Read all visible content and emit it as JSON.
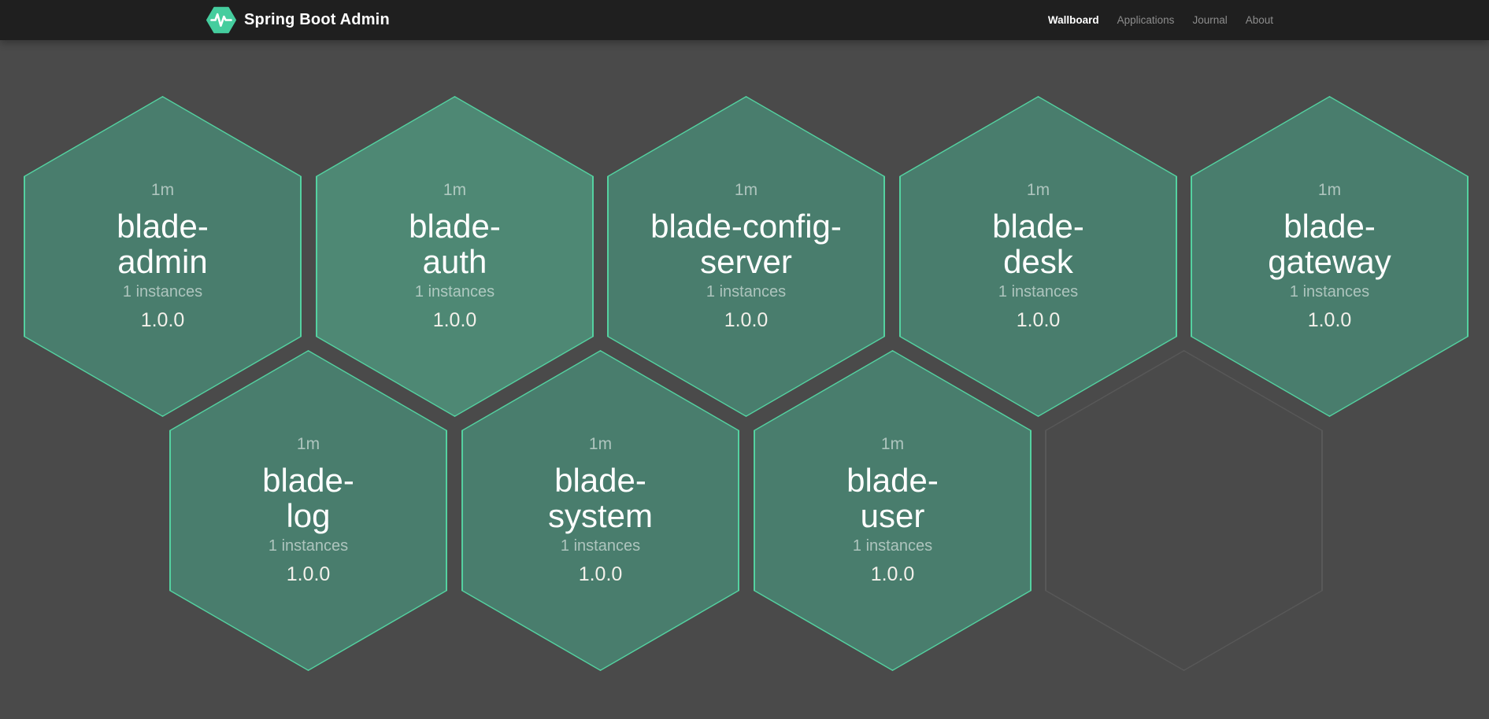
{
  "navbar": {
    "brand": "Spring Boot Admin",
    "logo_icon": "pulse-hexagon-icon",
    "links": [
      {
        "label": "Wallboard",
        "active": true
      },
      {
        "label": "Applications",
        "active": false
      },
      {
        "label": "Journal",
        "active": false
      },
      {
        "label": "About",
        "active": false
      }
    ]
  },
  "wallboard": {
    "colors": {
      "background": "#4a4a4a",
      "navbar": "#1f1f1f",
      "accent": "#45cd9e",
      "up_fill": "#497d6d",
      "up_fill_highlight": "#4e8874",
      "up_border": "#54d1a0",
      "empty_border": "#585858"
    },
    "hexagons": [
      {
        "name": "blade-admin",
        "uptime": "1m",
        "instances": "1 instances",
        "version": "1.0.0",
        "status": "up",
        "row": 0,
        "col": 0
      },
      {
        "name": "blade-auth",
        "uptime": "1m",
        "instances": "1 instances",
        "version": "1.0.0",
        "status": "up",
        "row": 0,
        "col": 1,
        "highlight": true
      },
      {
        "name": "blade-config-server",
        "uptime": "1m",
        "instances": "1 instances",
        "version": "1.0.0",
        "status": "up",
        "row": 0,
        "col": 2
      },
      {
        "name": "blade-desk",
        "uptime": "1m",
        "instances": "1 instances",
        "version": "1.0.0",
        "status": "up",
        "row": 0,
        "col": 3
      },
      {
        "name": "blade-gateway",
        "uptime": "1m",
        "instances": "1 instances",
        "version": "1.0.0",
        "status": "up",
        "row": 0,
        "col": 4
      },
      {
        "name": "blade-log",
        "uptime": "1m",
        "instances": "1 instances",
        "version": "1.0.0",
        "status": "up",
        "row": 1,
        "col": 0
      },
      {
        "name": "blade-system",
        "uptime": "1m",
        "instances": "1 instances",
        "version": "1.0.0",
        "status": "up",
        "row": 1,
        "col": 1
      },
      {
        "name": "blade-user",
        "uptime": "1m",
        "instances": "1 instances",
        "version": "1.0.0",
        "status": "up",
        "row": 1,
        "col": 2
      },
      {
        "status": "empty",
        "row": 1,
        "col": 3
      }
    ]
  }
}
